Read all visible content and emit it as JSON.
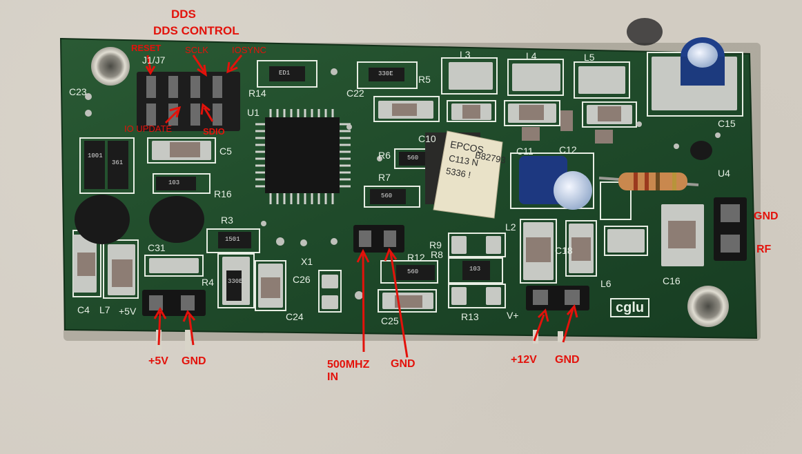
{
  "annotations": {
    "dds_control": "DDS CONTROL",
    "reset": "RESET",
    "sclk": "SCLK",
    "iosync": "IOSYNC",
    "io_update": "IO UPDATE",
    "sdio": "SDIO",
    "plus5v": "+5V",
    "gnd_5v": "GND",
    "in_500mhz": "500MHZ\nIN",
    "gnd_in": "GND",
    "plus12v": "+12V",
    "gnd_12v": "GND",
    "gnd_rf": "GND",
    "rf": "RF"
  },
  "silkscreen": {
    "j7": "J1/J7",
    "c23": "C23",
    "r14": "R14",
    "c22": "C22",
    "r5": "R5",
    "l3": "L3",
    "l4": "L4",
    "l5": "L5",
    "u1": "U1",
    "c5": "C5",
    "r6": "R6",
    "c10": "C10",
    "r7": "R7",
    "r16": "R16",
    "c11": "C11",
    "c12": "C12",
    "c15": "C15",
    "u4": "U4",
    "r3": "R3",
    "c31": "C31",
    "x1": "X1",
    "c26": "C26",
    "r4": "R4",
    "c24": "C24",
    "c25": "C25",
    "r12": "R12",
    "r8": "R8",
    "r9": "R9",
    "r13": "R13",
    "l2": "L2",
    "c18": "C18",
    "l6": "L6",
    "c16": "C16",
    "c4": "C4",
    "l7": "L7",
    "plus5v_silk": "+5V",
    "vplus": "V+",
    "brand": "cglu"
  },
  "markings": {
    "r14_code": "ED1",
    "r5_code": "330E",
    "r_left_a": "1001",
    "r_left_b": "361",
    "r16_code": "103",
    "r3_code": "1501",
    "r4_code": "330E",
    "r12_code": "560",
    "r13_code": "103",
    "r7_code": "560",
    "r6_code": "560"
  },
  "epcos_label": [
    "EPCOS",
    "B82793",
    "C113 N",
    "5336 !"
  ],
  "colors": {
    "annotation_red": "#e3120b",
    "pcb_green": "#1f4a2a",
    "pad_silver": "#c7c9c4"
  }
}
